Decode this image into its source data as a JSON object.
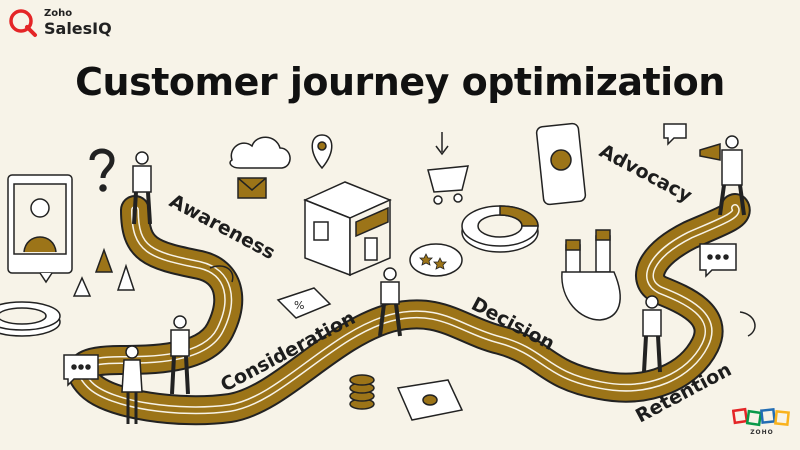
{
  "brand": {
    "company": "Zoho",
    "product": "SalesIQ"
  },
  "title": "Customer journey optimization",
  "stages": [
    "Awareness",
    "Consideration",
    "Decision",
    "Advocacy",
    "Retention"
  ],
  "footer_logo": {
    "text": "ZOHO",
    "colors": [
      "#e42527",
      "#089949",
      "#226db4",
      "#f9b21d"
    ]
  },
  "colors": {
    "path": "#9c7418",
    "background": "#f7f3e8",
    "ink": "#1d1d1d"
  }
}
